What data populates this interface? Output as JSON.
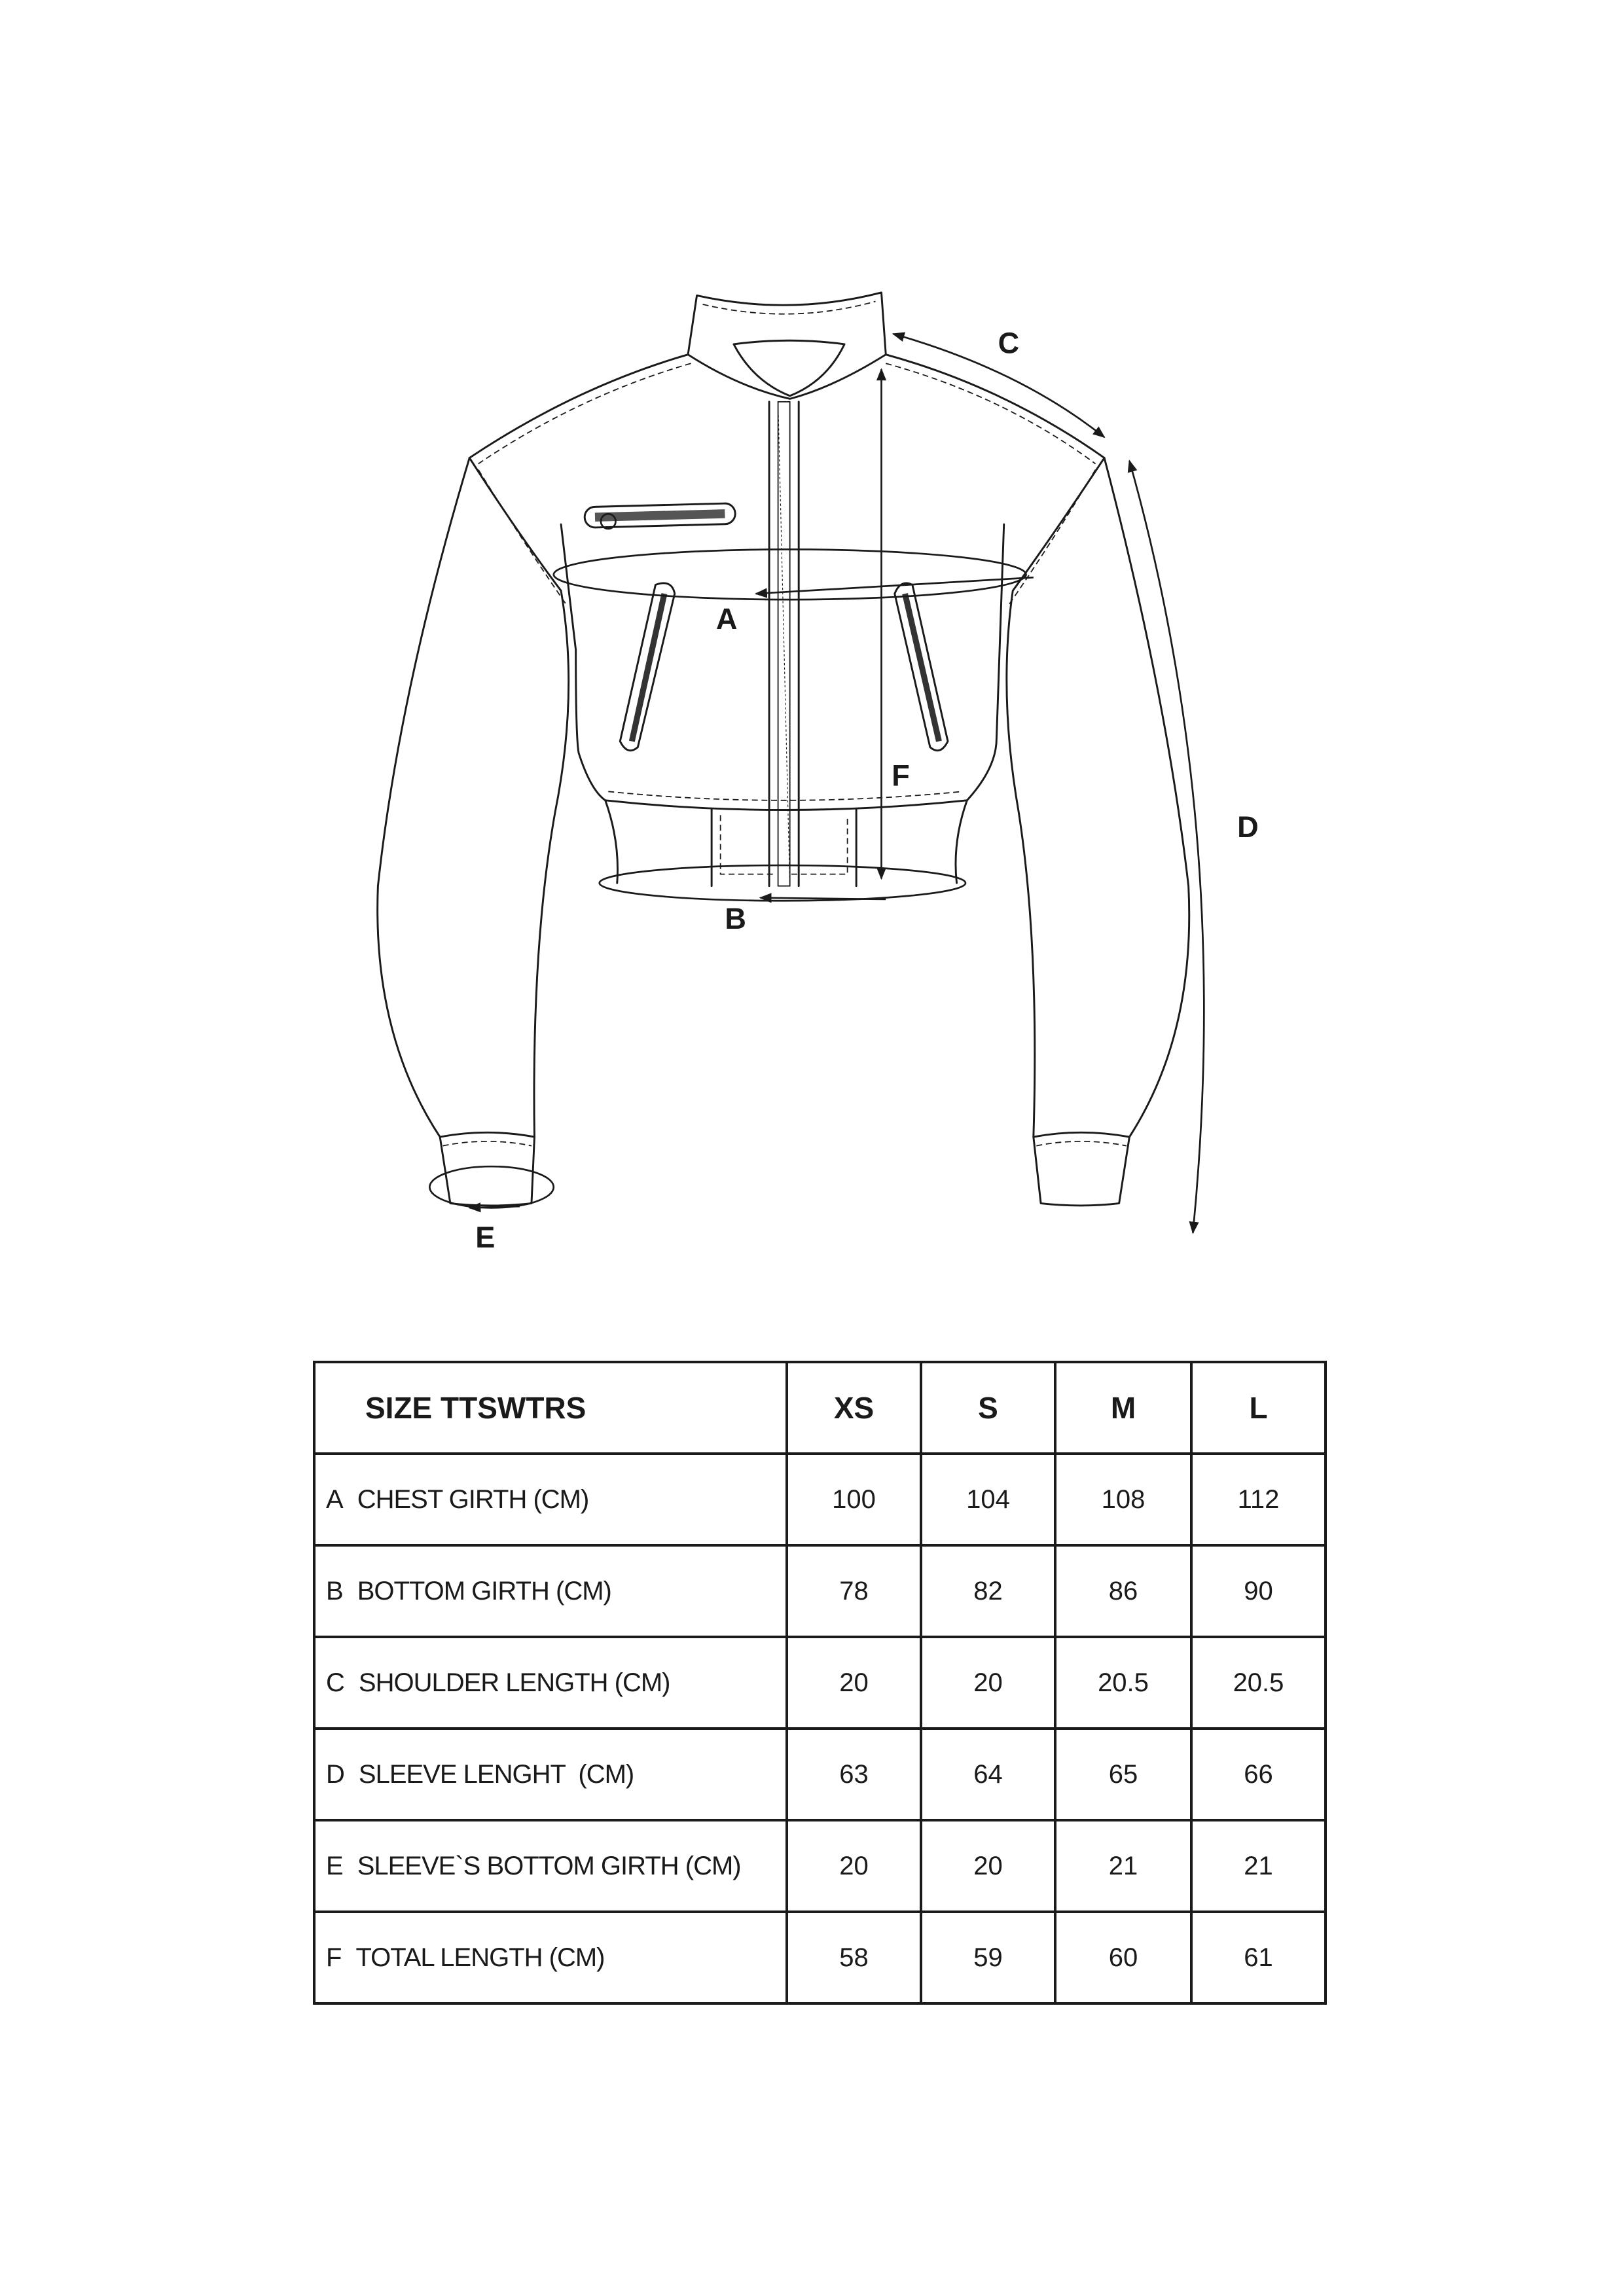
{
  "diagram": {
    "labels": {
      "A": "A",
      "B": "B",
      "C": "C",
      "D": "D",
      "E": "E",
      "F": "F"
    }
  },
  "table": {
    "title": "SIZE TTSWTRS",
    "sizes": [
      "XS",
      "S",
      "M",
      "L"
    ],
    "rows": [
      {
        "code": "A",
        "name": "CHEST GIRTH (CM)",
        "values": [
          "100",
          "104",
          "108",
          "112"
        ]
      },
      {
        "code": "B",
        "name": "BOTTOM GIRTH (CM)",
        "values": [
          "78",
          "82",
          "86",
          "90"
        ]
      },
      {
        "code": "C",
        "name": "SHOULDER LENGTH (CM)",
        "values": [
          "20",
          "20",
          "20.5",
          "20.5"
        ]
      },
      {
        "code": "D",
        "name": "SLEEVE LENGHT  (CM)",
        "values": [
          "63",
          "64",
          "65",
          "66"
        ]
      },
      {
        "code": "E",
        "name": "SLEEVE`S BOTTOM GIRTH (CM)",
        "values": [
          "20",
          "20",
          "21",
          "21"
        ]
      },
      {
        "code": "F",
        "name": "TOTAL LENGTH (CM)",
        "values": [
          "58",
          "59",
          "60",
          "61"
        ]
      }
    ]
  }
}
